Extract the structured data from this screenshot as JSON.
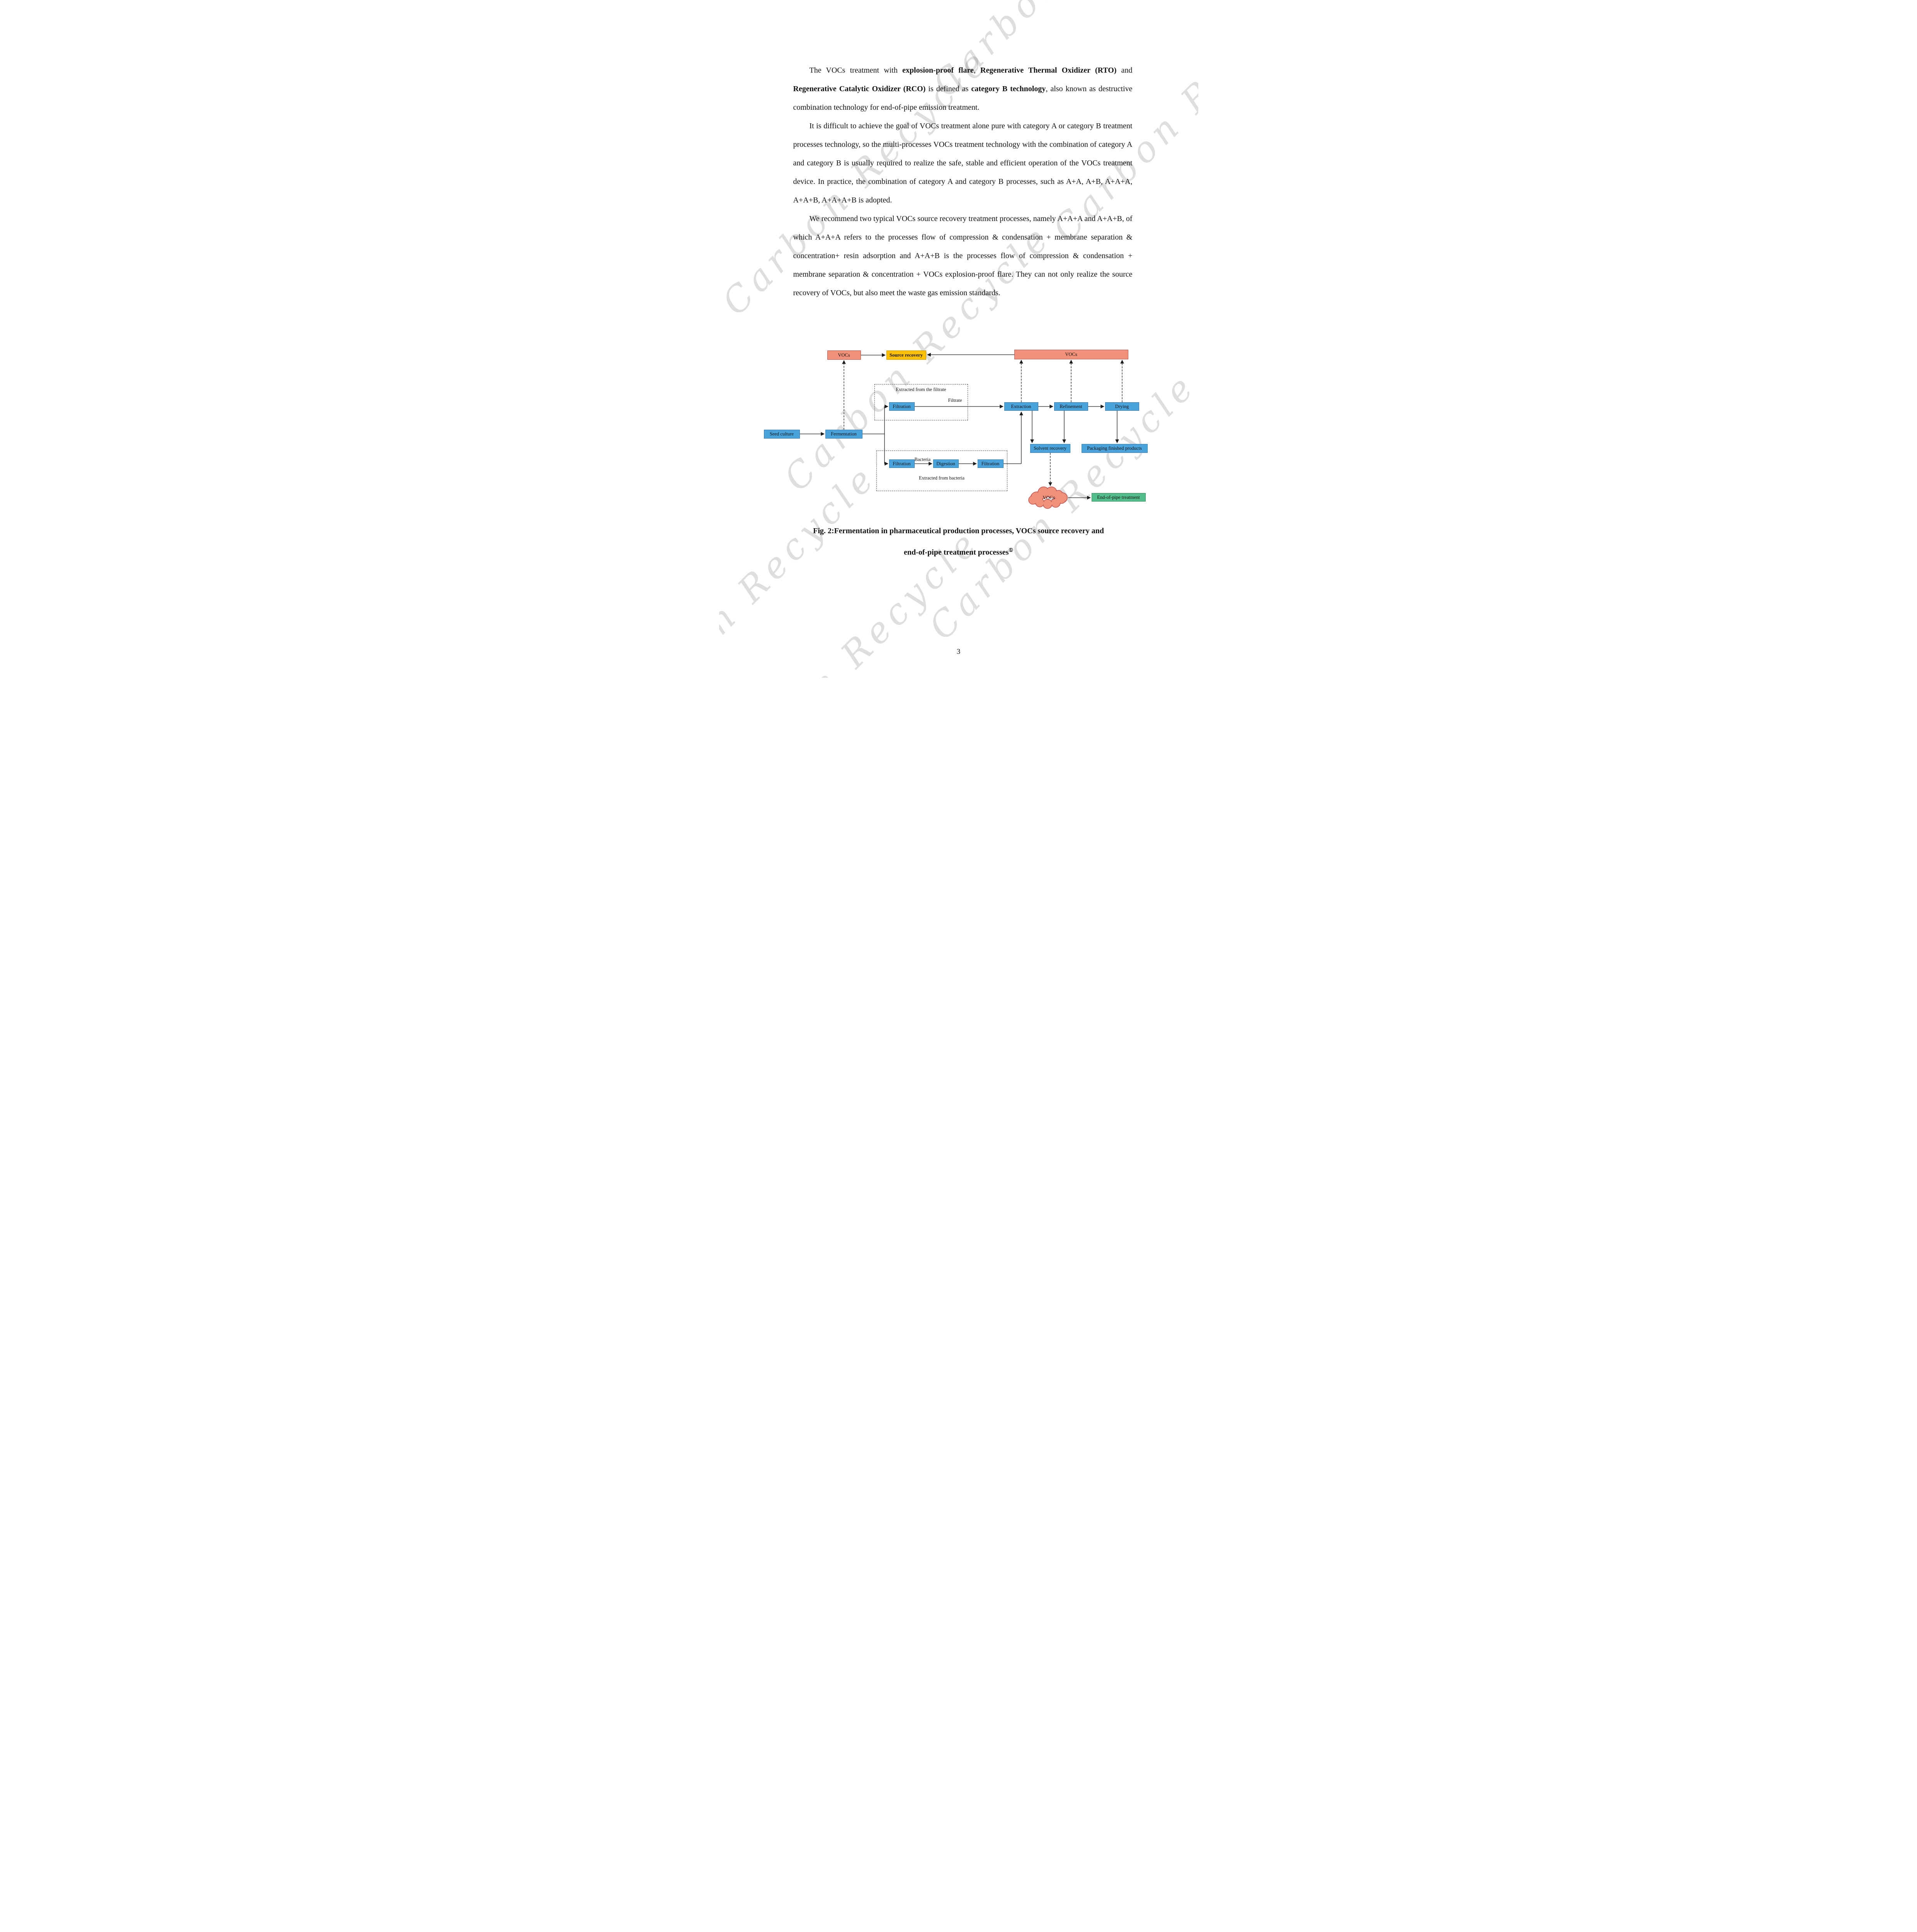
{
  "watermark": {
    "text": "Carbon Recycle"
  },
  "paragraphs": {
    "p1": {
      "segments": [
        "The VOCs treatment with ",
        "explosion-proof flare",
        ", ",
        "Regenerative Thermal Oxidizer (RTO)",
        " and ",
        "Regenerative Catalytic Oxidizer (RCO)",
        " is defined as ",
        "category B technology",
        ", also known as destructive combination technology for end-of-pipe emission treatment."
      ]
    },
    "p2": {
      "text": "It is difficult to achieve the goal of VOCs treatment alone pure with category A or category B treatment processes technology, so the multi-processes VOCs treatment technology with the combination of category A and category B is usually required to realize the safe, stable and efficient operation of the VOCs treatment device. In practice, the combination of category A and category B processes, such as A+A, A+B, A+A+A, A+A+B, A+A+A+B is adopted."
    },
    "p3": {
      "text": "We recommend two typical VOCs source recovery treatment processes, namely A+A+A and A+A+B, of which A+A+A refers to the processes flow of compression & condensation + membrane separation & concentration+ resin adsorption and A+A+B is the processes flow of compression & condensation + membrane separation & concentration + VOCs explosion-proof flare. They can not only realize the source recovery of VOCs, but also meet the waste gas emission standards."
    }
  },
  "diagram": {
    "nodes": {
      "vocs_left": "VOCs",
      "source_recovery": "Source recovery",
      "vocs_top": "VOCs",
      "filtration_top": "Filtration",
      "extraction": "Extraction",
      "refinement": "Refinement",
      "drying": "Drying",
      "seed_culture": "Seed culture",
      "fermentation": "Fermentation",
      "solvent_recovery": "Solvent recovery",
      "packaging": "Packaging finished products",
      "filtration_b1": "Filtration",
      "digestion": "Digestion",
      "filtration_b2": "Filtration",
      "vocs_cloud": "VOCs",
      "end_of_pipe": "End-of-pipe treatment"
    },
    "labels": {
      "extracted_filtrate": "Extracted from the filtrate",
      "filtrate": "Filtrate",
      "bacteria": "Bacteria",
      "extracted_bacteria": "Extracted from bacteria"
    },
    "colors": {
      "process_blue": "#4BA3DB",
      "vocs_salmon": "#F2917A",
      "source_recovery_gold": "#FFC000",
      "end_of_pipe_green": "#53BE8B"
    }
  },
  "figure": {
    "caption_line1": "Fig. 2:Fermentation in pharmaceutical production processes, VOCs source recovery and",
    "caption_line2": "end-of-pipe treatment processes",
    "caption_superscript": "①"
  },
  "footer": {
    "page_number": "3"
  }
}
